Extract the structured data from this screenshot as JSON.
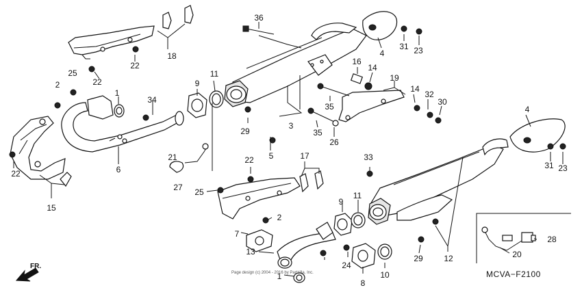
{
  "diagram": {
    "code": "MCVA−F2100",
    "direction_label": "FR.",
    "copyright": "Page design (c) 2004 - 2016 by Partzilla, Inc.",
    "callouts": {
      "n1a": "1",
      "n1b": "1",
      "n2a": "2",
      "n2b": "2",
      "n3": "3",
      "n4a": "4",
      "n4b": "4",
      "n5": "5",
      "n6": "6",
      "n7": "7",
      "n8": "8",
      "n9a": "9",
      "n9b": "9",
      "n10": "10",
      "n11a": "11",
      "n11b": "11",
      "n12": "12",
      "n13": "13",
      "n14a": "14",
      "n14b": "14",
      "n15": "15",
      "n16": "16",
      "n17": "17",
      "n18": "18",
      "n19": "19",
      "n20": "20",
      "n21": "21",
      "n22a": "22",
      "n22b": "22",
      "n22c": "22",
      "n22d": "22",
      "n23a": "23",
      "n23b": "23",
      "n24": "24",
      "n25a": "25",
      "n25b": "25",
      "n26": "26",
      "n27": "27",
      "n28": "28",
      "n29a": "29",
      "n29b": "29",
      "n30": "30",
      "n31a": "31",
      "n31b": "31",
      "n32": "32",
      "n33": "33",
      "n34": "34",
      "n35a": "35",
      "n35b": "35",
      "n36": "36"
    }
  }
}
